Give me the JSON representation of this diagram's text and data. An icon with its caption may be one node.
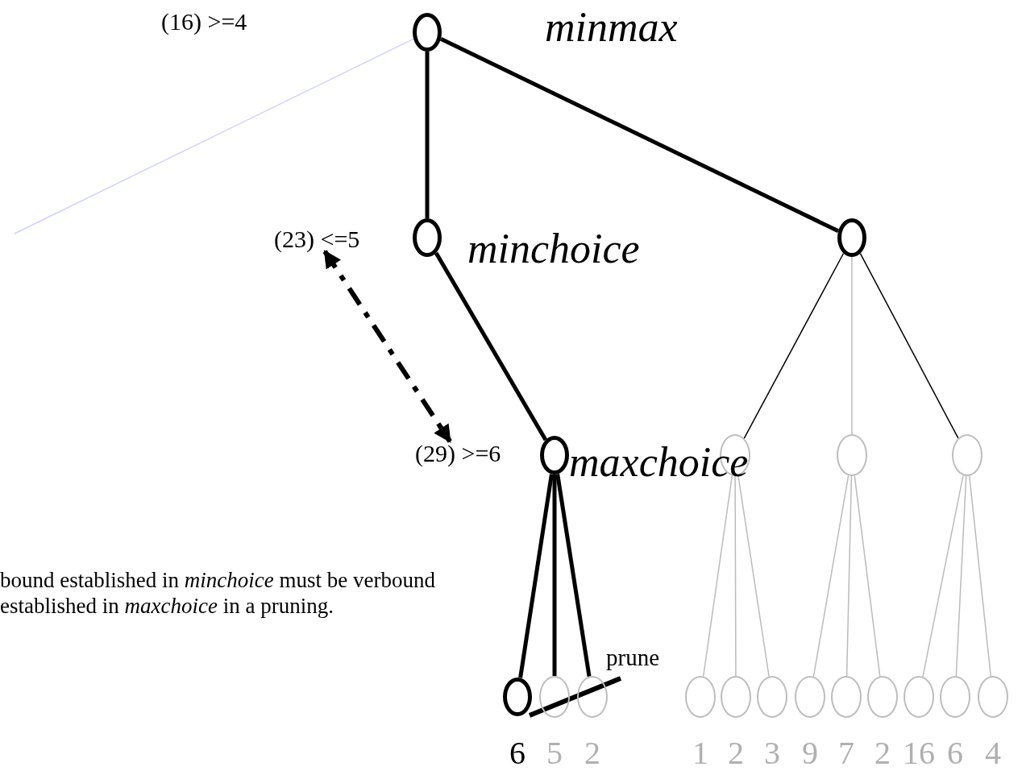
{
  "diagram": {
    "nodes": [
      {
        "text": [],
        "shape": "circle",
        "beside": [
          "minmax"
        ]
      },
      {
        "text": [],
        "shape": "circle",
        "beside": [
          "minchoice"
        ]
      },
      {
        "text": [],
        "shape": "circle"
      },
      {
        "text": [],
        "shape": "circle",
        "beside": [
          "maxchoice"
        ]
      },
      {
        "text": [],
        "shape": "circle"
      },
      {
        "text": [],
        "shape": "circle"
      },
      {
        "text": [],
        "shape": "circle"
      },
      {
        "text": [],
        "shape": "circle",
        "beside": [
          "6"
        ]
      },
      {
        "text": [],
        "shape": "circle",
        "beside": [
          "5"
        ]
      },
      {
        "text": [],
        "shape": "circle",
        "beside": [
          "2"
        ]
      },
      {
        "text": [],
        "shape": "circle",
        "beside": [
          "1"
        ]
      },
      {
        "text": [],
        "shape": "circle",
        "beside": [
          "2"
        ]
      },
      {
        "text": [],
        "shape": "circle",
        "beside": [
          "3"
        ]
      },
      {
        "text": [],
        "shape": "circle",
        "beside": [
          "9"
        ]
      },
      {
        "text": [],
        "shape": "circle",
        "beside": [
          "7"
        ]
      },
      {
        "text": [],
        "shape": "circle",
        "beside": [
          "2"
        ]
      },
      {
        "text": [],
        "shape": "circle",
        "beside": [
          "16"
        ]
      },
      {
        "text": [],
        "shape": "circle",
        "beside": [
          "6"
        ]
      },
      {
        "text": [],
        "shape": "circle",
        "beside": [
          "4"
        ]
      },
      {
        "text": [
          "(16) >=4"
        ]
      },
      {
        "text": [
          "(23) <=5"
        ]
      },
      {
        "text": [
          "(29) >=6"
        ]
      }
    ],
    "edges": [
      {
        "from": 0,
        "to": 1,
        "arrow": "none",
        "style": "thick",
        "color": "#000000"
      },
      {
        "from": 0,
        "to": 2,
        "arrow": "none",
        "style": "thick",
        "color": "#000000"
      },
      {
        "from": 0,
        "to": null,
        "arrow": "none",
        "color": "#d0d0ff"
      },
      {
        "from": 1,
        "to": 3,
        "arrow": "none",
        "style": "thick",
        "color": "#000000"
      },
      {
        "from": 2,
        "to": 4,
        "arrow": "none",
        "color": "#000000"
      },
      {
        "from": 2,
        "to": 5,
        "arrow": "none"
      },
      {
        "from": 2,
        "to": 6,
        "arrow": "none",
        "color": "#000000"
      },
      {
        "from": 3,
        "to": 7,
        "arrow": "none",
        "style": "thick",
        "color": "#000000"
      },
      {
        "from": 3,
        "to": 8,
        "arrow": "none",
        "style": "thick",
        "color": "#000000"
      },
      {
        "from": 3,
        "to": 9,
        "arrow": "none",
        "style": "thick",
        "color": "#000000"
      },
      {
        "from": 4,
        "to": 10,
        "arrow": "none"
      },
      {
        "from": 4,
        "to": 11,
        "arrow": "none"
      },
      {
        "from": 4,
        "to": 12,
        "arrow": "none"
      },
      {
        "from": 5,
        "to": 13,
        "arrow": "none"
      },
      {
        "from": 5,
        "to": 14,
        "arrow": "none"
      },
      {
        "from": 5,
        "to": 15,
        "arrow": "none"
      },
      {
        "from": 6,
        "to": 16,
        "arrow": "none"
      },
      {
        "from": 6,
        "to": 17,
        "arrow": "none"
      },
      {
        "from": 6,
        "to": 18,
        "arrow": "none"
      },
      {
        "from": 20,
        "to": 21,
        "arrow": "both",
        "style": "dashed",
        "color": "#000000"
      }
    ],
    "labels": [
      "bound established in *minchoice* must be verbound established in *maxchoice* in a pruning.",
      "prune"
    ]
  }
}
